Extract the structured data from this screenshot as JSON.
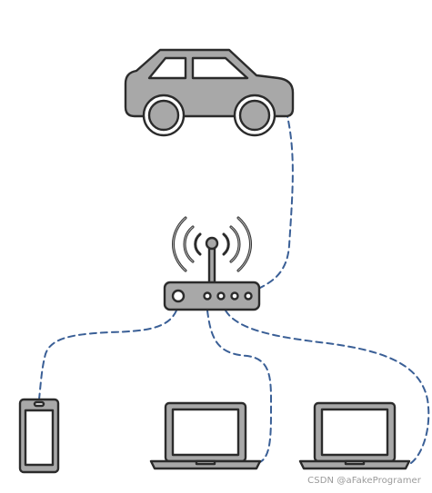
{
  "diagram": {
    "nodes": [
      {
        "id": "car",
        "icon": "car-icon"
      },
      {
        "id": "router",
        "icon": "wifi-router-icon"
      },
      {
        "id": "phone",
        "icon": "smartphone-icon"
      },
      {
        "id": "laptop-1",
        "icon": "laptop-icon"
      },
      {
        "id": "laptop-2",
        "icon": "laptop-icon"
      }
    ],
    "edges": [
      {
        "from": "router",
        "to": "car",
        "style": "dashed"
      },
      {
        "from": "router",
        "to": "phone",
        "style": "dashed"
      },
      {
        "from": "router",
        "to": "laptop-1",
        "style": "dashed"
      },
      {
        "from": "router",
        "to": "laptop-2",
        "style": "dashed"
      }
    ],
    "colors": {
      "link": "#3a5f96",
      "device_fill": "#a8a8a8",
      "outline": "#2b2b2b"
    }
  },
  "watermark": {
    "text": "CSDN @aFakeProgramer"
  }
}
